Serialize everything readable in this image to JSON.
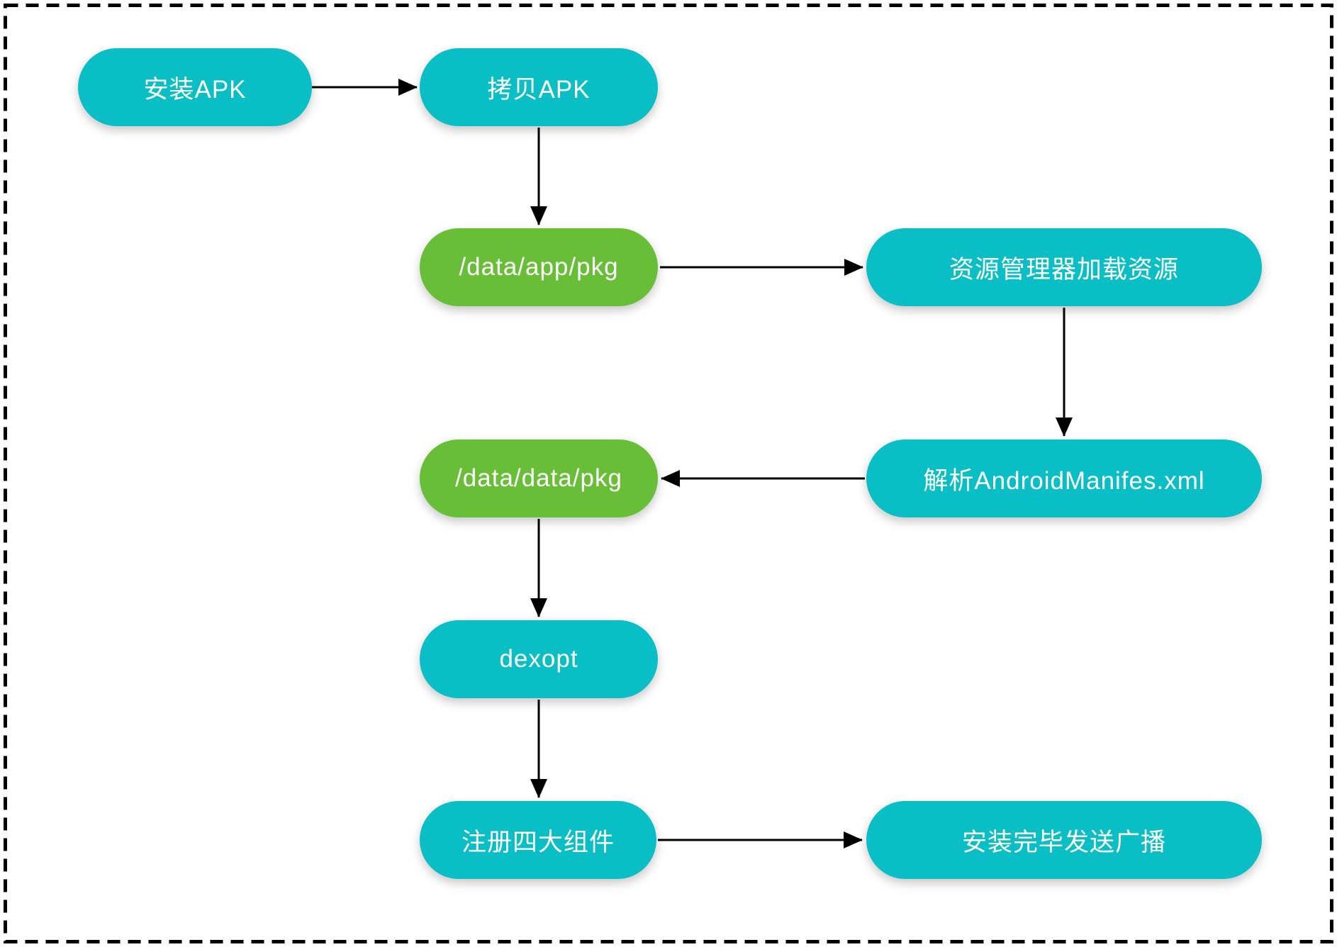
{
  "colors": {
    "teal": "#0ABEC6",
    "green": "#69BE38",
    "arrow": "#000000",
    "border": "#000000",
    "node_text": "#FFFFFF",
    "background": "#FFFFFF"
  },
  "nodes": [
    {
      "id": "install-apk",
      "label": "安装APK",
      "color": "#0ABEC6"
    },
    {
      "id": "copy-apk",
      "label": "拷贝APK",
      "color": "#0ABEC6"
    },
    {
      "id": "data-app-pkg",
      "label": "/data/app/pkg",
      "color": "#69BE38"
    },
    {
      "id": "resource-manager",
      "label": "资源管理器加载资源",
      "color": "#0ABEC6"
    },
    {
      "id": "parse-manifest",
      "label": "解析AndroidManifes.xml",
      "color": "#0ABEC6"
    },
    {
      "id": "data-data-pkg",
      "label": "/data/data/pkg",
      "color": "#69BE38"
    },
    {
      "id": "dexopt",
      "label": "dexopt",
      "color": "#0ABEC6"
    },
    {
      "id": "register-components",
      "label": "注册四大组件",
      "color": "#0ABEC6"
    },
    {
      "id": "send-broadcast",
      "label": "安装完毕发送广播",
      "color": "#0ABEC6"
    }
  ],
  "edges": [
    {
      "from": "install-apk",
      "to": "copy-apk"
    },
    {
      "from": "copy-apk",
      "to": "data-app-pkg"
    },
    {
      "from": "data-app-pkg",
      "to": "resource-manager"
    },
    {
      "from": "resource-manager",
      "to": "parse-manifest"
    },
    {
      "from": "parse-manifest",
      "to": "data-data-pkg"
    },
    {
      "from": "data-data-pkg",
      "to": "dexopt"
    },
    {
      "from": "dexopt",
      "to": "register-components"
    },
    {
      "from": "register-components",
      "to": "send-broadcast"
    }
  ]
}
